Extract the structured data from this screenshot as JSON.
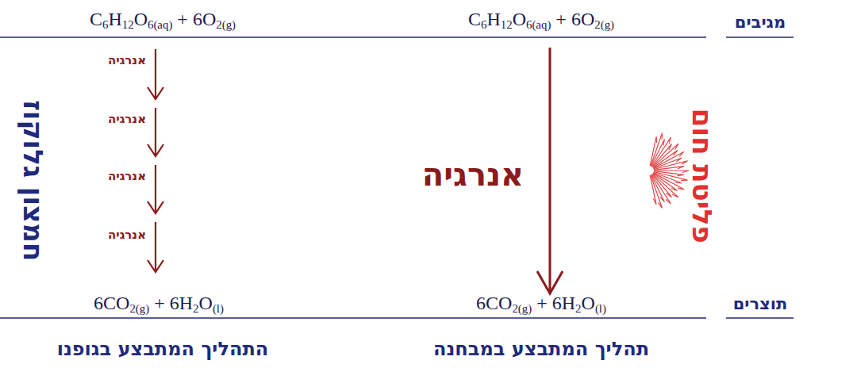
{
  "diagram": {
    "labels": [
      "מגיבים",
      "C6H12O6(aq) + 6O2(g)",
      "C6H12O6(aq) + 6O2(g)",
      "חמצון גלוקוז",
      "אנרגיה",
      "אנרגיה",
      "אנרגיה",
      "אנרגיה",
      "אנרגיה",
      "פליטת חום",
      "6CO2(g) + 6H2O(l)",
      "6CO2(g) + 6H2O(l)",
      "תוצרים",
      "התהליך המתבצע בגופנו",
      "תהליך המתבצע במבחנה"
    ]
  }
}
